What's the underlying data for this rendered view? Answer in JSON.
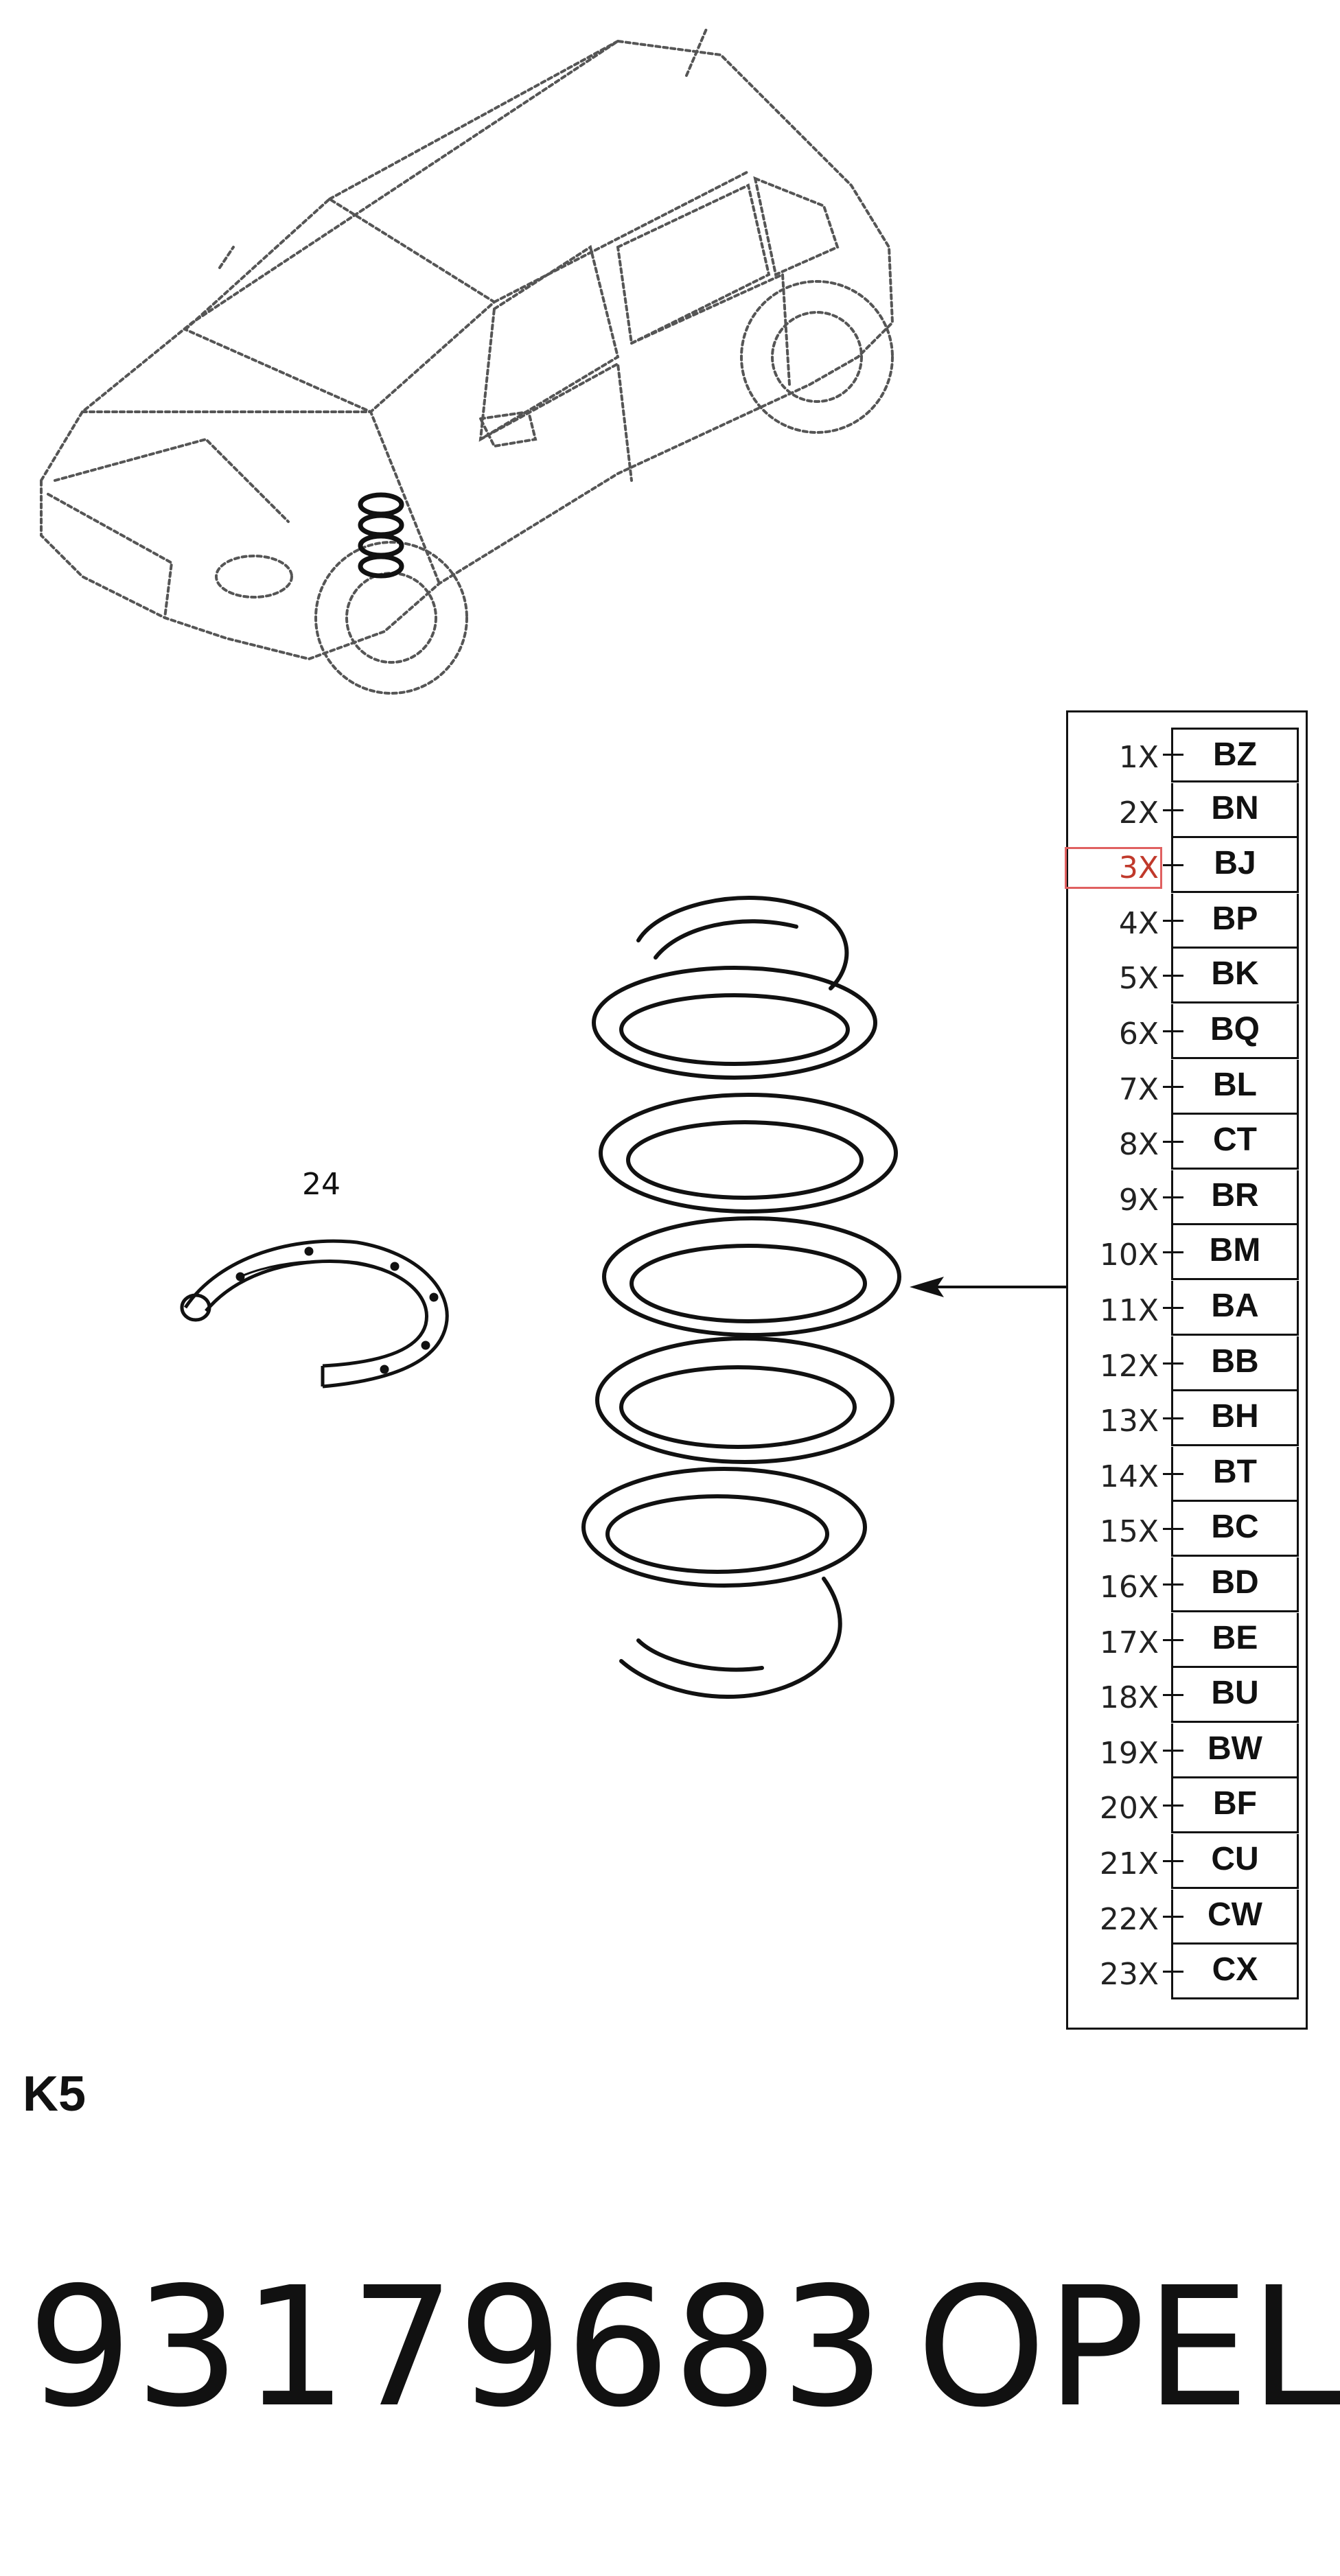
{
  "diagram": {
    "part_label": "24",
    "section_code": "K5",
    "part_number": "93179683",
    "brand": "OPEL"
  },
  "variants": [
    {
      "qty": "1X",
      "code": "BZ"
    },
    {
      "qty": "2X",
      "code": "BN"
    },
    {
      "qty": "3X",
      "code": "BJ"
    },
    {
      "qty": "4X",
      "code": "BP"
    },
    {
      "qty": "5X",
      "code": "BK"
    },
    {
      "qty": "6X",
      "code": "BQ"
    },
    {
      "qty": "7X",
      "code": "BL"
    },
    {
      "qty": "8X",
      "code": "CT"
    },
    {
      "qty": "9X",
      "code": "BR"
    },
    {
      "qty": "10X",
      "code": "BM"
    },
    {
      "qty": "11X",
      "code": "BA"
    },
    {
      "qty": "12X",
      "code": "BB"
    },
    {
      "qty": "13X",
      "code": "BH"
    },
    {
      "qty": "14X",
      "code": "BT"
    },
    {
      "qty": "15X",
      "code": "BC"
    },
    {
      "qty": "16X",
      "code": "BD"
    },
    {
      "qty": "17X",
      "code": "BE"
    },
    {
      "qty": "18X",
      "code": "BU"
    },
    {
      "qty": "19X",
      "code": "BW"
    },
    {
      "qty": "20X",
      "code": "BF"
    },
    {
      "qty": "21X",
      "code": "CU"
    },
    {
      "qty": "22X",
      "code": "CW"
    },
    {
      "qty": "23X",
      "code": "CX"
    }
  ],
  "highlight_color": "#e06060"
}
